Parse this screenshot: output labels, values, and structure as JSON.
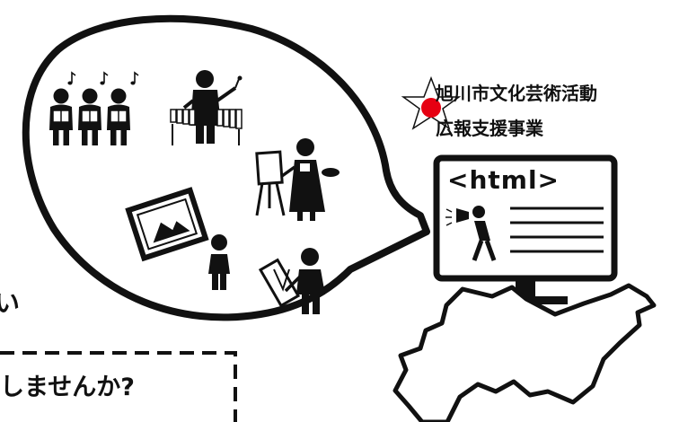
{
  "organization": {
    "line1": "旭川市文化芸術活動",
    "line2": "広報支援事業"
  },
  "monitor": {
    "tag_text": "<html>"
  },
  "left_fragment": "い",
  "question_text": "しませんか?",
  "colors": {
    "ink": "#111111",
    "star_dot": "#e60012",
    "background": "#ffffff"
  },
  "icons": [
    "choir-singers-icon",
    "musical-note-icon",
    "xylophone-player-icon",
    "painter-at-easel-icon",
    "framed-picture-icon",
    "standing-person-icon",
    "calligrapher-icon",
    "star-with-red-dot-icon",
    "megaphone-person-icon",
    "hokkaido-map-icon"
  ]
}
